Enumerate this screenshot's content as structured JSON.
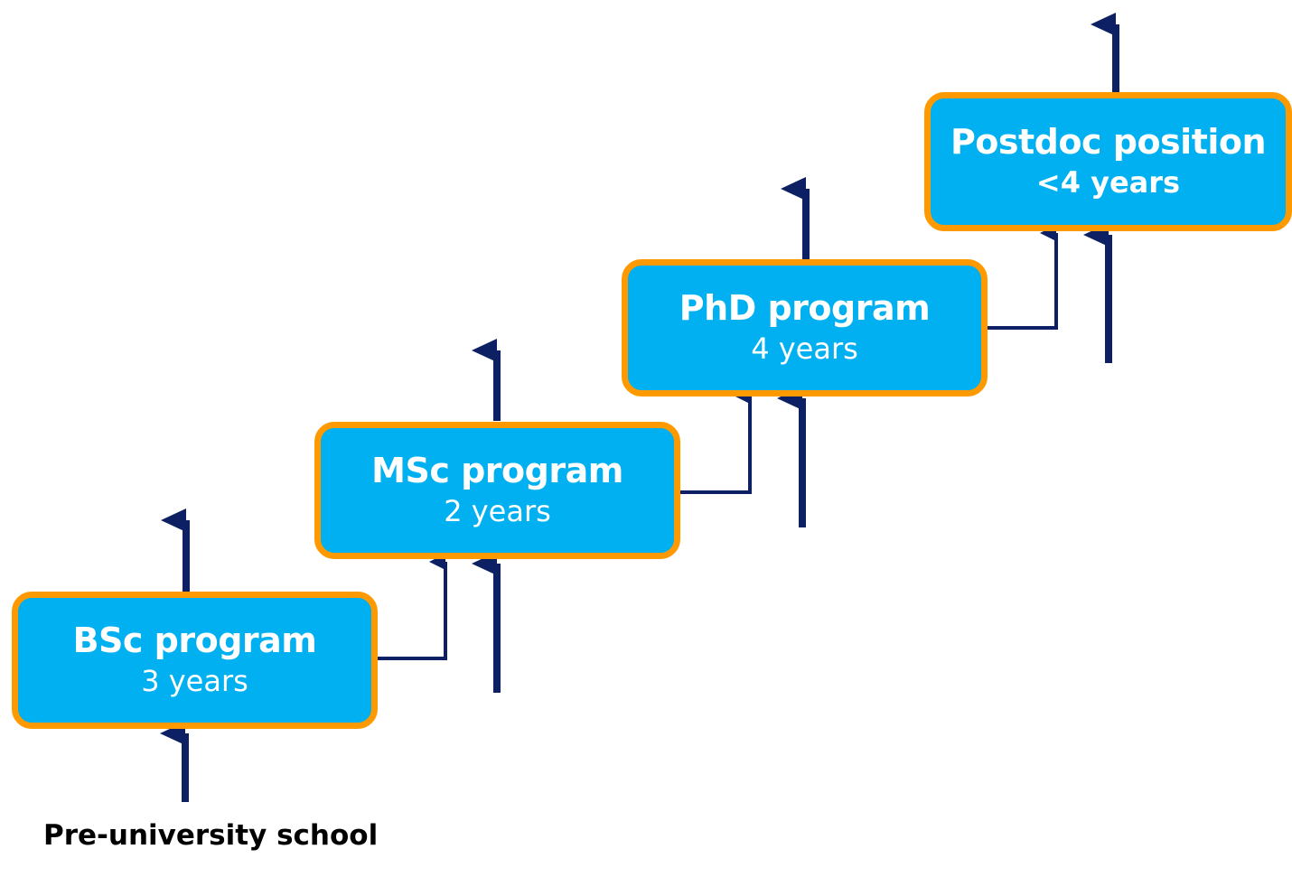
{
  "stages": [
    {
      "id": "bsc",
      "title": "BSc program",
      "duration": "3 years"
    },
    {
      "id": "msc",
      "title": "MSc program",
      "duration": "2 years"
    },
    {
      "id": "phd",
      "title": "PhD program",
      "duration": "4 years"
    },
    {
      "id": "postdoc",
      "title": "Postdoc position",
      "duration": "<4 years"
    }
  ],
  "entry": {
    "label": "Pre-university school"
  },
  "colors": {
    "box_fill": "#00b0f0",
    "box_border": "#ff9900",
    "arrow": "#0d2063",
    "box_text": "#ffffff",
    "label_text": "#000000"
  }
}
